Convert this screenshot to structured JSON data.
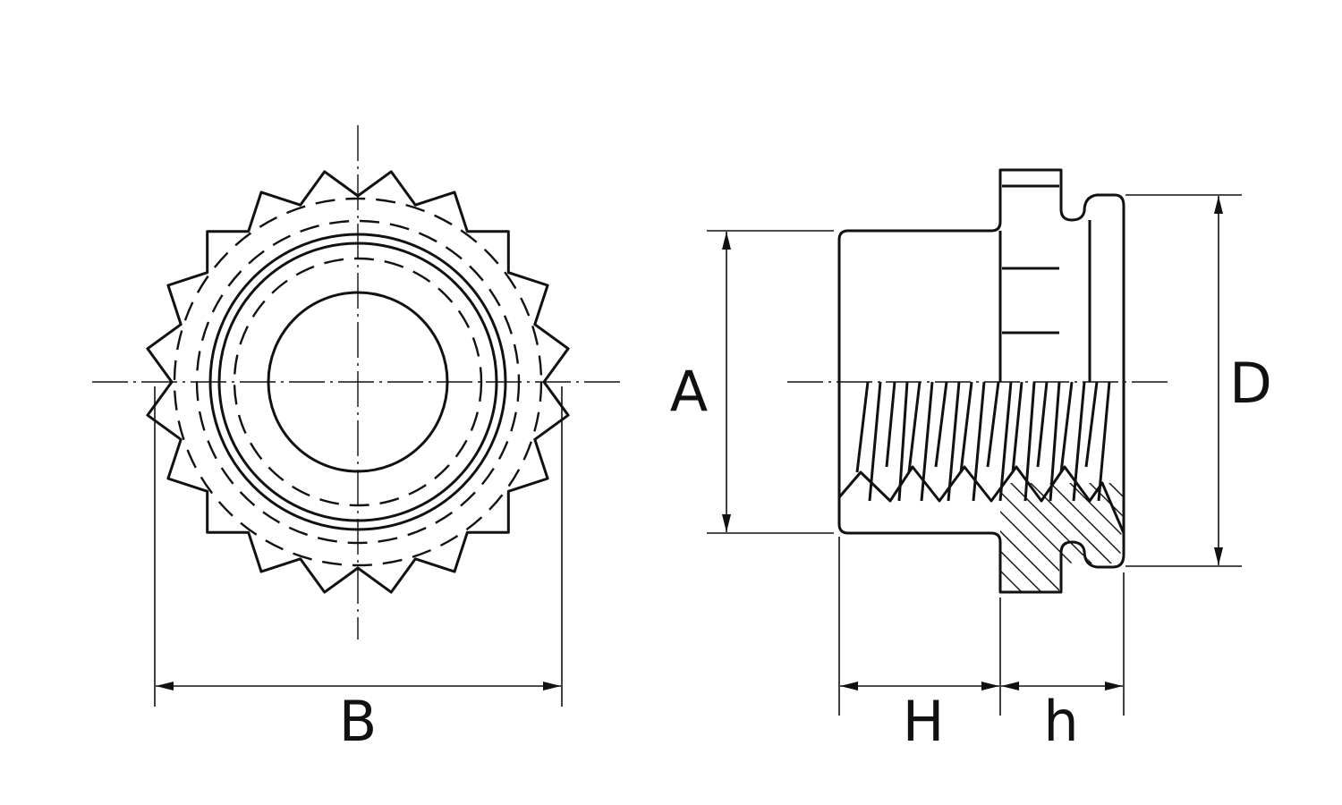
{
  "labels": {
    "A": "A",
    "B": "B",
    "D": "D",
    "H": "H",
    "h": "h"
  }
}
